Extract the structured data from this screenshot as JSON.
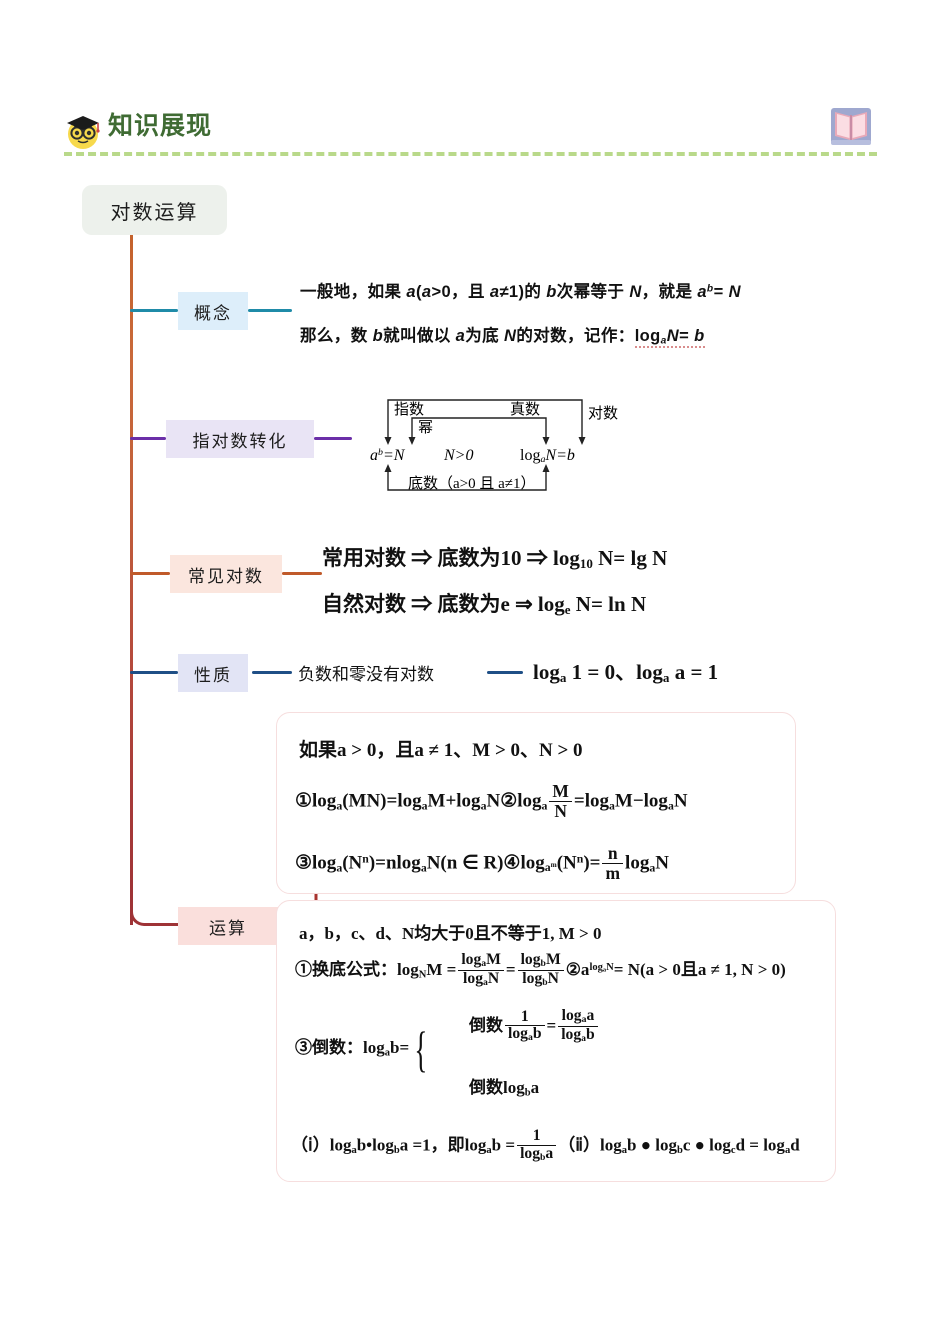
{
  "header": {
    "title": "知识展现",
    "icon": "scholar-emoji-icon",
    "right_icon": "open-book-icon",
    "rule_color": "#b9d98a",
    "title_color": "#3f6b33"
  },
  "root": {
    "label": "对数运算",
    "bg": "#edf1ec"
  },
  "branches": [
    {
      "label": "概念",
      "bg": "#ddeefa",
      "connector": "#1f8ba8"
    },
    {
      "label": "指对数转化",
      "bg": "#e9e4f5",
      "connector": "#6b2fa8"
    },
    {
      "label": "常见对数",
      "bg": "#fbe6de",
      "connector": "#c05a2a"
    },
    {
      "label": "性质",
      "bg": "#e2e4f5",
      "connector": "#1f4f86"
    },
    {
      "label": "运算",
      "bg": "#fadfdc",
      "connector": "#a8342f"
    }
  ],
  "concept": {
    "line1_a": "一般地，如果 ",
    "line1_a_var": "a",
    "line1_b": "(",
    "line1_cond1": "a",
    "line1_c": ">0，且 ",
    "line1_cond2": "a",
    "line1_d": "≠1)的 ",
    "line1_b_var": "b",
    "line1_e": "次幂等于 ",
    "line1_N": "N",
    "line1_f": "，就是 ",
    "line1_pow_base": "a",
    "line1_pow_exp": "b",
    "line1_eq": "= ",
    "line1_N2": "N",
    "line2_a": "那么，数 ",
    "line2_b_var": "b",
    "line2_b": "就叫做以 ",
    "line2_a_var": "a",
    "line2_c": "为底 ",
    "line2_N": "N",
    "line2_d": "的对数，记作：",
    "line2_log": "log",
    "line2_log_sub": "a",
    "line2_log_N": "N",
    "line2_log_eq": "= ",
    "line2_log_b": "b"
  },
  "conversion": {
    "label_exponent": "指数",
    "label_power": "幂",
    "label_antilog": "真数",
    "label_log": "对数",
    "expr_exp": "a",
    "expr_exp_sup": "b",
    "expr_exp_rest": "=N",
    "expr_cond": "N>0",
    "expr_log": "log",
    "expr_log_sub": "a",
    "expr_log_rest": "N=b",
    "label_base": "底数（a>0 且 a≠1）"
  },
  "common_logs": {
    "line1": "常用对数 ⇒ 底数为10 ⇒ log",
    "line1_sub": "10",
    "line1_tail": " N= lg N",
    "line2": "自然对数 ⇒ 底数为e ⇒ log",
    "line2_sub": "e",
    "line2_tail": " N= ln N"
  },
  "property": {
    "text": "负数和零没有对数",
    "formula_a": "log",
    "formula_a_sub": "a",
    "formula_a_tail": " 1 = 0、log",
    "formula_b_sub": "a",
    "formula_b_tail": " a = 1",
    "connector_color": "#1f4f86"
  },
  "ops_box1": {
    "condition": "如果a > 0，且a ≠ 1、M > 0、N > 0",
    "rule1_prefix": "①log",
    "rule1_sub": "a",
    "rule1_mid": "(MN)=log",
    "rule1_sub2": "a",
    "rule1_mid2": "M+log",
    "rule1_sub3": "a",
    "rule1_tail": "N",
    "rule2_prefix": "②log",
    "rule2_sub": "a",
    "rule2_frac_num": "M",
    "rule2_frac_den": "N",
    "rule2_mid": "=log",
    "rule2_sub2": "a",
    "rule2_mid2": "M−log",
    "rule2_sub3": "a",
    "rule2_tail": "N",
    "rule3_prefix": "③log",
    "rule3_sub": "a",
    "rule3_mid": "(N",
    "rule3_sup": "n",
    "rule3_mid2": ")=nlog",
    "rule3_sub2": "a",
    "rule3_tail": "N(n ∈ R)",
    "rule4_prefix": "④log",
    "rule4_sub_a": "a",
    "rule4_sub_m": "m",
    "rule4_mid": "(N",
    "rule4_sup": "n",
    "rule4_mid2": ")=",
    "rule4_frac_num": "n",
    "rule4_frac_den": "m",
    "rule4_tail_prefix": "log",
    "rule4_tail_sub": "a",
    "rule4_tail": "N"
  },
  "ops_box2": {
    "condition": "a，b，c、d、N均大于0且不等于1, M > 0",
    "r1_label": "①换底公式：log",
    "r1_sub": "N",
    "r1_M": "M =",
    "r1_f1_num": "log",
    "r1_f1_num_sub": "a",
    "r1_f1_num_tail": "M",
    "r1_f1_den": "log",
    "r1_f1_den_sub": "a",
    "r1_f1_den_tail": "N",
    "r1_eq2": "=",
    "r1_f2_num": "log",
    "r1_f2_num_sub": "b",
    "r1_f2_num_tail": "M",
    "r1_f2_den": "log",
    "r1_f2_den_sub": "b",
    "r1_f2_den_tail": "N",
    "r2_prefix": "②a",
    "r2_sup": "log",
    "r2_sup_sub": "a",
    "r2_sup_tail": "N",
    "r2_tail": "= N(a > 0且a ≠ 1, N > 0)",
    "r3_label": "③倒数：log",
    "r3_sub": "a",
    "r3_tail": "b=",
    "r3_case1_label": "倒数",
    "r3_case1_f1_num": "1",
    "r3_case1_f1_den": "log",
    "r3_case1_f1_den_sub": "a",
    "r3_case1_f1_den_tail": "b",
    "r3_case1_eq": "=",
    "r3_case1_f2_num": "log",
    "r3_case1_f2_num_sub": "a",
    "r3_case1_f2_num_tail": "a",
    "r3_case1_f2_den": "log",
    "r3_case1_f2_den_sub": "a",
    "r3_case1_f2_den_tail": "b",
    "r3_case2_label": "倒数log",
    "r3_case2_sub": "b",
    "r3_case2_tail": "a",
    "r4_i_prefix": "（ⅰ）log",
    "r4_i_sub1": "a",
    "r4_i_mid": "b•log",
    "r4_i_sub2": "b",
    "r4_i_mid2": "a =1，即log",
    "r4_i_sub3": "a",
    "r4_i_mid3": "b =",
    "r4_i_frac_num": "1",
    "r4_i_frac_den": "log",
    "r4_i_frac_den_sub": "b",
    "r4_i_frac_den_tail": "a",
    "r4_ii_prefix": "（ⅱ）log",
    "r4_ii_sub1": "a",
    "r4_ii_mid": "b ● log",
    "r4_ii_sub2": "b",
    "r4_ii_mid2": "c ● log",
    "r4_ii_sub3": "c",
    "r4_ii_mid3": "d = log",
    "r4_ii_sub4": "a",
    "r4_ii_tail": "d"
  }
}
